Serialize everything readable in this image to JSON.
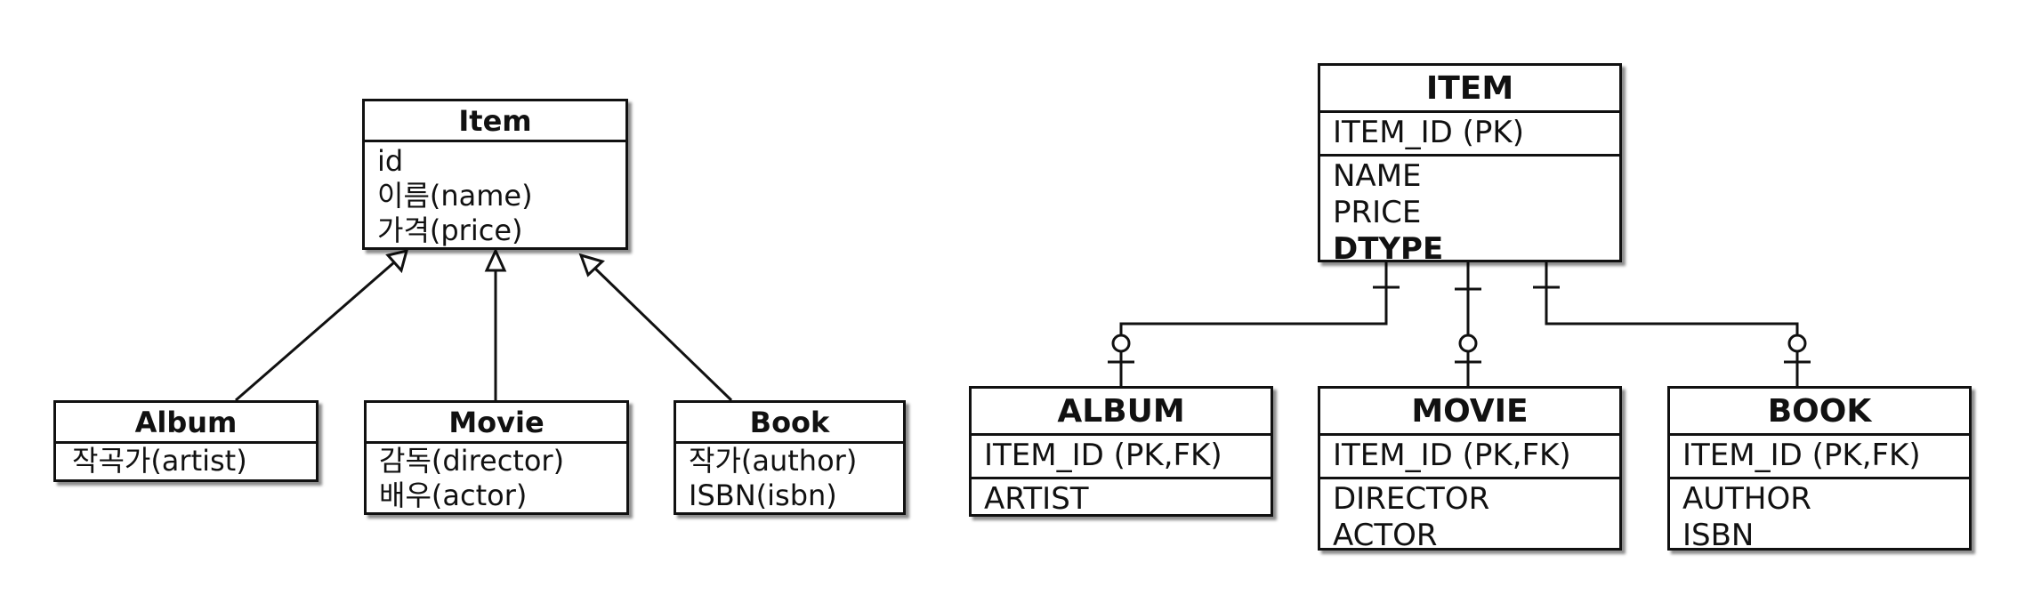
{
  "class_diagram": {
    "parent": {
      "name": "Item",
      "attributes": [
        "id",
        "이름(name)",
        "가격(price)"
      ]
    },
    "children": [
      {
        "name": "Album",
        "attributes": [
          "작곡가(artist)"
        ]
      },
      {
        "name": "Movie",
        "attributes": [
          "감독(director)",
          "배우(actor)"
        ]
      },
      {
        "name": "Book",
        "attributes": [
          "작가(author)",
          "ISBN(isbn)"
        ]
      }
    ]
  },
  "erd": {
    "parent": {
      "name": "ITEM",
      "key_columns": [
        "ITEM_ID (PK)"
      ],
      "columns": [
        "NAME",
        "PRICE",
        "DTYPE"
      ],
      "discriminator": "DTYPE"
    },
    "children": [
      {
        "name": "ALBUM",
        "key_columns": [
          "ITEM_ID (PK,FK)"
        ],
        "columns": [
          "ARTIST"
        ]
      },
      {
        "name": "MOVIE",
        "key_columns": [
          "ITEM_ID (PK,FK)"
        ],
        "columns": [
          "DIRECTOR",
          "ACTOR"
        ]
      },
      {
        "name": "BOOK",
        "key_columns": [
          "ITEM_ID (PK,FK)"
        ],
        "columns": [
          "AUTHOR",
          "ISBN"
        ]
      }
    ]
  }
}
